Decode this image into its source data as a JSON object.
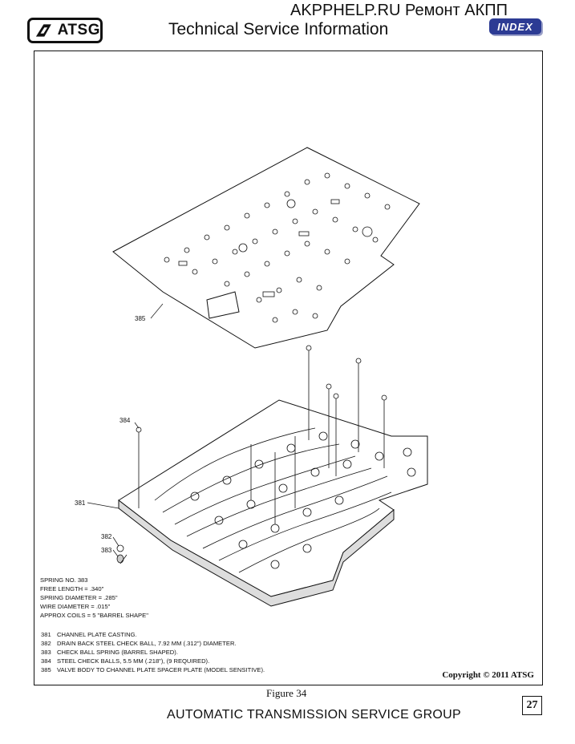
{
  "header": {
    "logo_text": "ATSG",
    "site_banner": "AKPPHELP.RU Ремонт АКПП",
    "title": "Technical Service Information",
    "index_label": "INDEX"
  },
  "diagram": {
    "callouts": {
      "c385": "385",
      "c384": "384",
      "c381": "381",
      "c382": "382",
      "c383": "383"
    }
  },
  "spring_spec": {
    "lines": [
      "SPRING NO. 383",
      "FREE LENGTH = .340\"",
      "SPRING DIAMETER = .285\"",
      "WIRE DIAMETER = .015\"",
      "APPROX COILS = 5  \"BARREL SHAPE\""
    ]
  },
  "legend": {
    "items": [
      {
        "num": "381",
        "text": "CHANNEL PLATE CASTING."
      },
      {
        "num": "382",
        "text": "DRAIN BACK STEEL CHECK BALL, 7.92 MM (.312\") DIAMETER."
      },
      {
        "num": "383",
        "text": "CHECK BALL SPRING  (BARREL SHAPED)."
      },
      {
        "num": "384",
        "text": "STEEL CHECK BALLS, 5.5 MM (.218\"),  (9 REQUIRED)."
      },
      {
        "num": "385",
        "text": "VALVE BODY TO CHANNEL PLATE SPACER PLATE (MODEL SENSITIVE)."
      }
    ]
  },
  "copyright": "Copyright © 2011 ATSG",
  "footer": {
    "figure_caption": "Figure 34",
    "organization": "AUTOMATIC TRANSMISSION SERVICE GROUP",
    "page_number": "27"
  }
}
